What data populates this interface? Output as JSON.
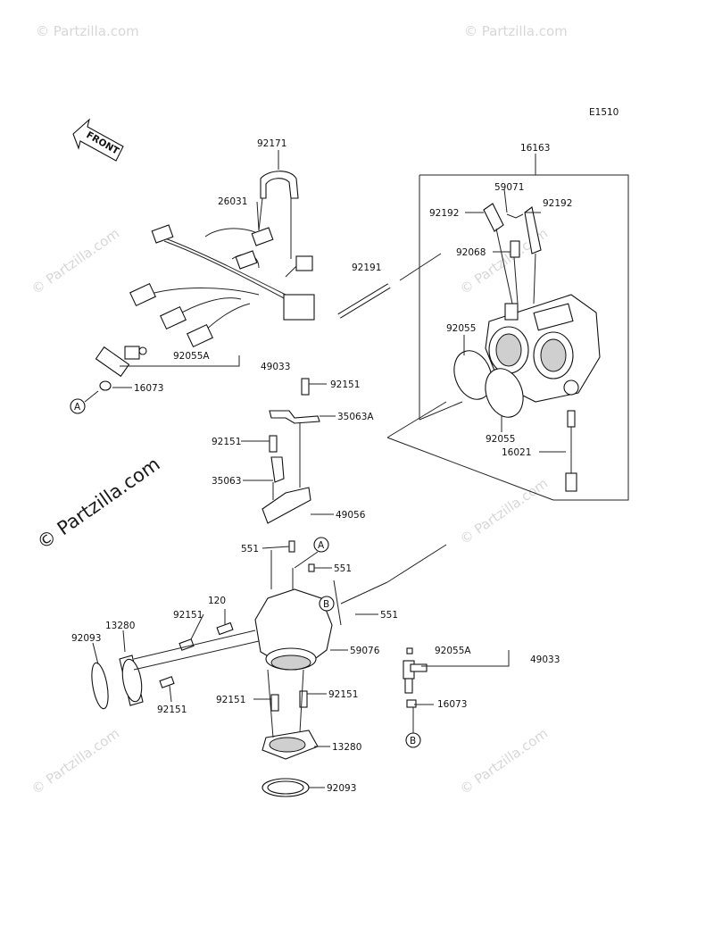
{
  "diagram_code": "E1510",
  "front_label": "FRONT",
  "watermark": "© Partzilla.com",
  "callouts": {
    "c_a1": "A",
    "c_a2": "A",
    "c_b1": "B",
    "c_b2": "B"
  },
  "parts": {
    "p92171": "92171",
    "p26031": "26031",
    "p16163": "16163",
    "p59071": "59071",
    "p92192a": "92192",
    "p92192b": "92192",
    "p92068": "92068",
    "p92191": "92191",
    "p92055a": "92055",
    "p92055b": "92055",
    "p16021": "16021",
    "p92055A_top": "92055A",
    "p49033_top": "49033",
    "p16073_top": "16073",
    "p92151_a": "92151",
    "p35063A": "35063A",
    "p92151_b": "92151",
    "p35063": "35063",
    "p49056": "49056",
    "p551_a": "551",
    "p551_b": "551",
    "p120": "120",
    "p92151_c": "92151",
    "p13280_a": "13280",
    "p92093_a": "92093",
    "p551_c": "551",
    "p59076": "59076",
    "p92151_d": "92151",
    "p92151_e": "92151",
    "p92151_f": "92151",
    "p13280_b": "13280",
    "p92093_b": "92093",
    "p92055A_bot": "92055A",
    "p49033_bot": "49033",
    "p16073_bot": "16073"
  }
}
